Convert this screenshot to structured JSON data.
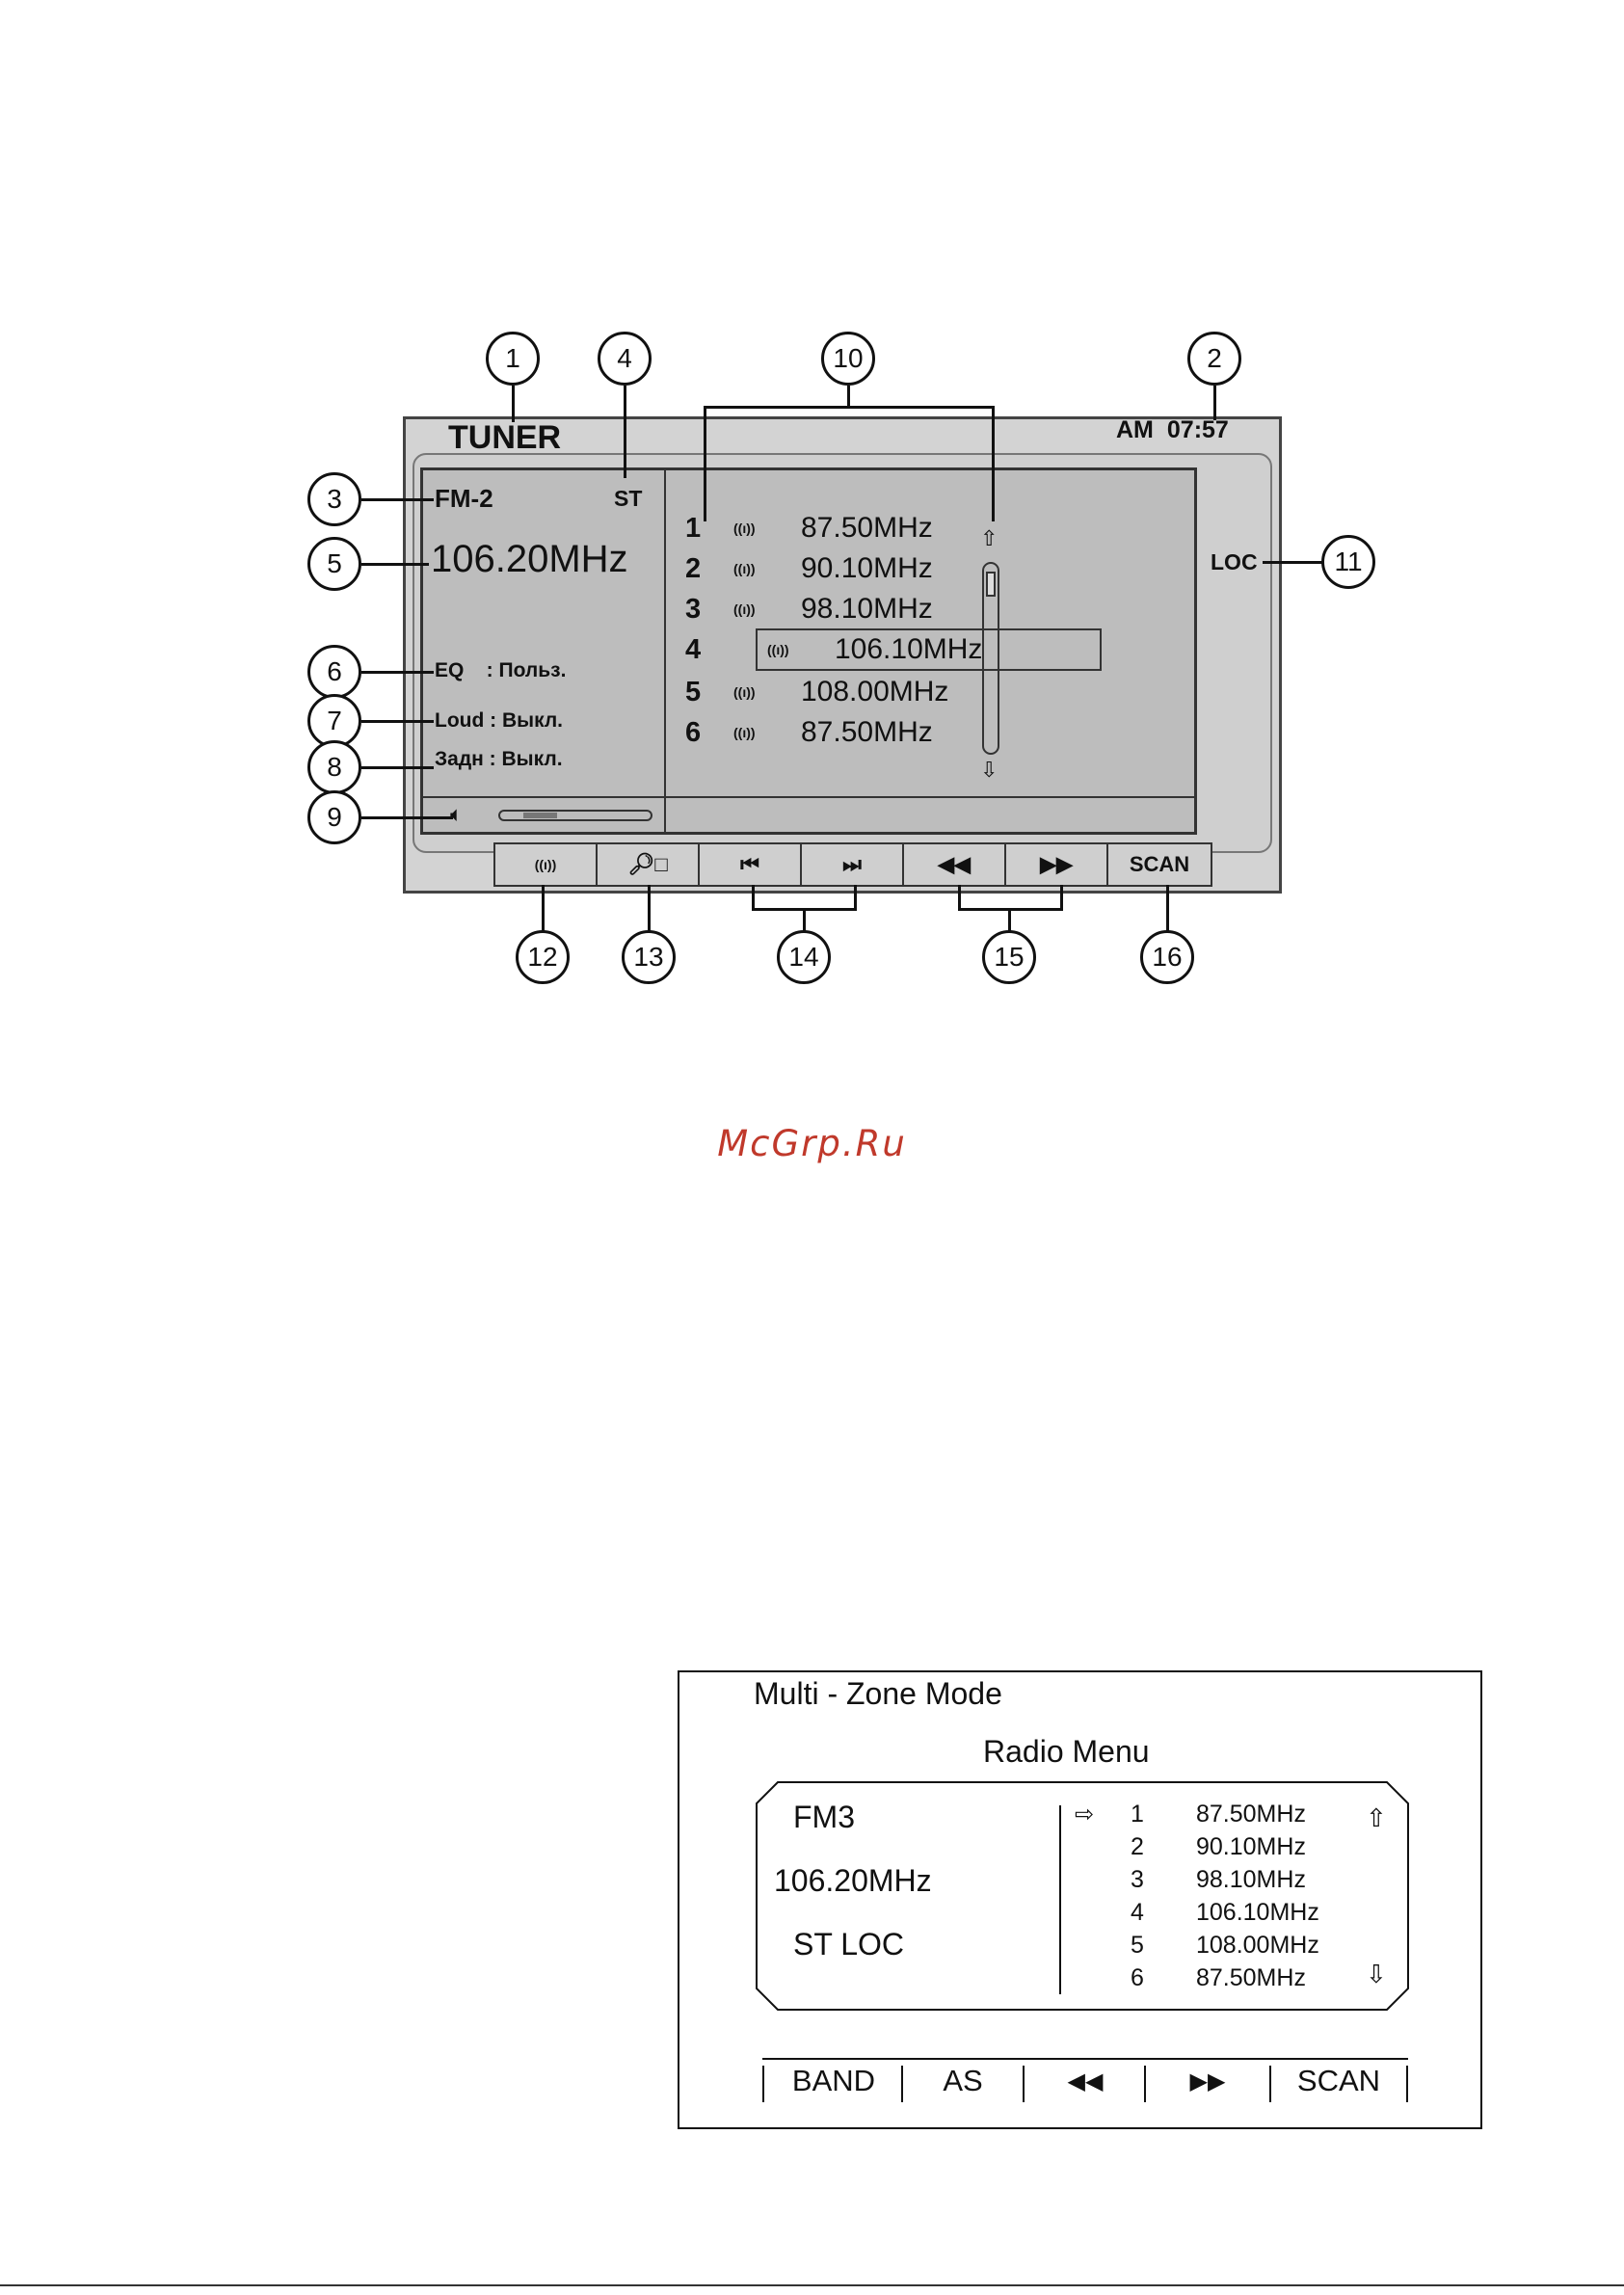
{
  "tuner": {
    "title": "TUNER",
    "clock_ampm": "AM",
    "clock_time": "07:57",
    "band": "FM-2",
    "stereo": "ST",
    "frequency": "106.20MHz",
    "eq": "EQ    : Польз.",
    "loud": "Loud : Выкл.",
    "rear": "Задн : Выкл.",
    "loc": "LOC",
    "presets": [
      {
        "num": "1",
        "freq": "87.50MHz"
      },
      {
        "num": "2",
        "freq": "90.10MHz"
      },
      {
        "num": "3",
        "freq": "98.10MHz"
      },
      {
        "num": "4",
        "freq": "106.10MHz"
      },
      {
        "num": "5",
        "freq": "108.00MHz"
      },
      {
        "num": "6",
        "freq": "87.50MHz"
      }
    ],
    "selected_preset": 4,
    "antenna_glyph": "((ı))",
    "volume_fraction": 0.22,
    "buttons": [
      "((ı))",
      "🔎︎□",
      "⏮",
      "⏭",
      "◀◀",
      "▶▶",
      "SCAN"
    ],
    "callouts": [
      "1",
      "2",
      "3",
      "4",
      "5",
      "6",
      "7",
      "8",
      "9",
      "10",
      "11",
      "12",
      "13",
      "14",
      "15",
      "16"
    ]
  },
  "watermark": "McGrp.Ru",
  "multizone": {
    "title": "Multi - Zone Mode",
    "subtitle": "Radio Menu",
    "band": "FM3",
    "frequency": "106.20MHz",
    "status": "ST  LOC",
    "presets": [
      {
        "num": "1",
        "freq": "87.50MHz"
      },
      {
        "num": "2",
        "freq": "90.10MHz"
      },
      {
        "num": "3",
        "freq": "98.10MHz"
      },
      {
        "num": "4",
        "freq": "106.10MHz"
      },
      {
        "num": "5",
        "freq": "108.00MHz"
      },
      {
        "num": "6",
        "freq": "87.50MHz"
      }
    ],
    "pointer_preset": 1,
    "buttons": [
      "BAND",
      "AS",
      "◀◀",
      "▶▶",
      "SCAN"
    ]
  }
}
